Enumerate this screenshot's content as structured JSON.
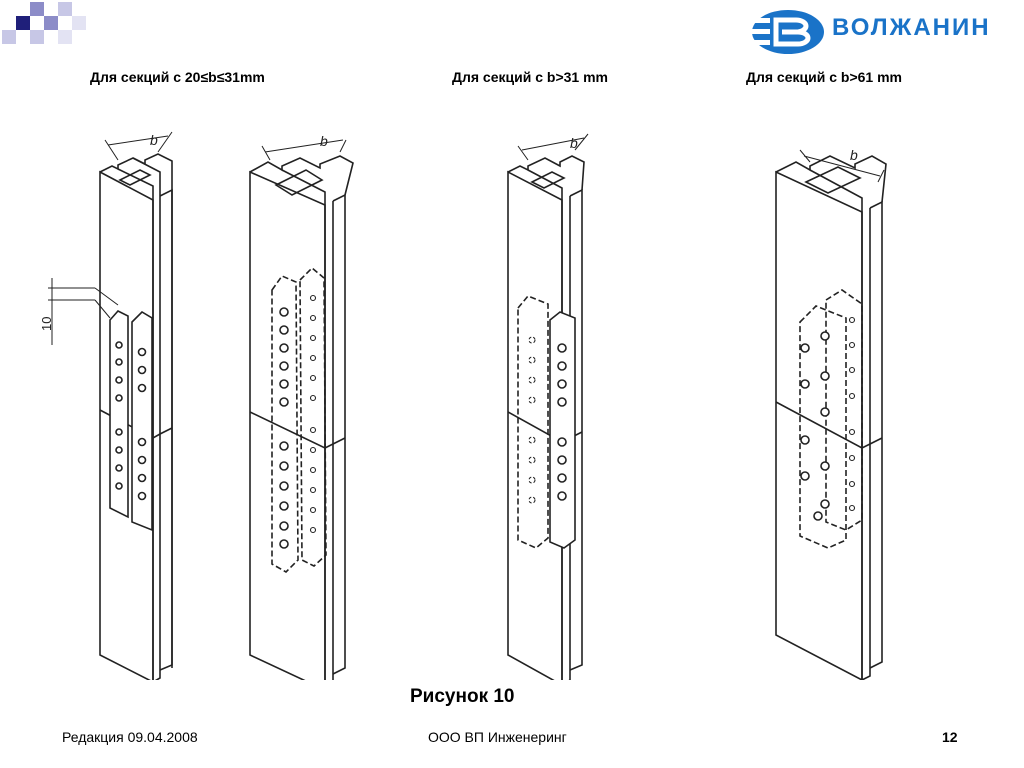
{
  "header": {
    "logo_text": "ВОЛЖАНИН",
    "brand_color": "#1a73c8",
    "deco_colors": [
      "#1f1f7a",
      "#8c8cc8",
      "#c7c7e6"
    ]
  },
  "captions": [
    "Для секций с 20≤b≤31mm",
    "Для секций с b>31 mm",
    "Для секций с b>61 mm"
  ],
  "drawing": {
    "dimension_b": "b",
    "dimension_10": "10"
  },
  "figure_title": "Рисунок 10",
  "footer": {
    "left": "Редакция 09.04.2008",
    "center": "ООО ВП Инженеринг",
    "page": "12"
  }
}
